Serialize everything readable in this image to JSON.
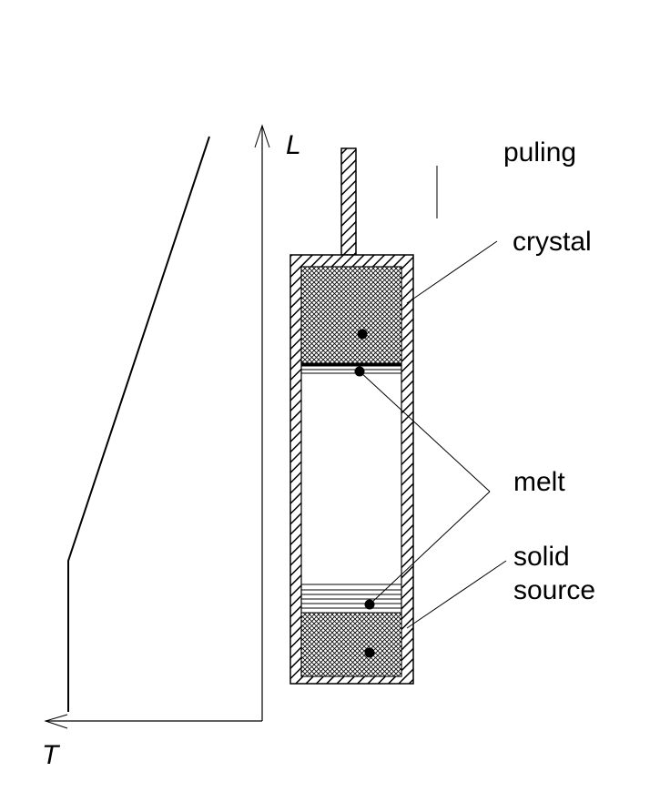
{
  "labels": {
    "axis_L": "L",
    "axis_T": "T",
    "puling": "puling",
    "crystal": "crystal",
    "melt": "melt",
    "solid": "solid",
    "source": "source"
  },
  "colors": {
    "ink": "#000000",
    "hatch": "#000000",
    "background": "#ffffff"
  }
}
